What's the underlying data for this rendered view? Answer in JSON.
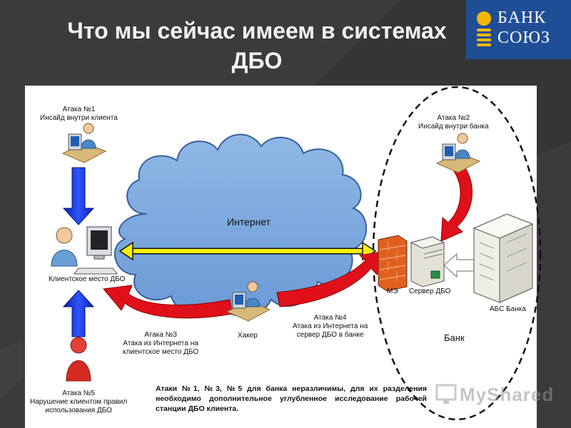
{
  "slide": {
    "title_line1": "Что мы сейчас имеем в системах",
    "title_line2": "ДБО"
  },
  "logo": {
    "line1": "БАНК",
    "line2": "СОЮЗ"
  },
  "diagram": {
    "attack1_title": "Атака №1",
    "attack1_desc": "Инсайд внутри клиента",
    "attack2_title": "Атака №2",
    "attack2_desc": "Инсайд внутри банка",
    "internet": "Интернет",
    "client_workplace": "Клиентское место ДБО",
    "firewall": "МЭ",
    "dbo_server": "Сервер ДБО",
    "abs": "АБС Банка",
    "hacker": "Хакер",
    "attack3_title": "Атака №3",
    "attack3_line1": "Атака из Интернета на",
    "attack3_line2": "клиентское место ДБО",
    "attack4_title": "Атака №4",
    "attack4_line1": "Атака из Интернета на",
    "attack4_line2": "сервер ДБО в банке",
    "bank": "Банк",
    "attack5_title": "Атака №5",
    "attack5_line1": "Нарушение клиентом правил",
    "attack5_line2": "использования ДБО",
    "note": "Атаки №1, №3, №5 для банка неразличимы, для их разделения необходимо дополнительное углубленное исследование рабочей станции ДБО клиента."
  },
  "watermark": "MyShared",
  "colors": {
    "background": "#3b3b3b",
    "logo_bg": "#1f4e96",
    "cloud": "#7aa7dc",
    "blue_arrow": "#1e3bdc",
    "red_arrow": "#e0101a",
    "yellow_link": "#f5f000"
  },
  "icons": [
    "person-at-computer-icon",
    "firewall-icon",
    "server-icon",
    "abs-server-icon",
    "person-icon"
  ]
}
